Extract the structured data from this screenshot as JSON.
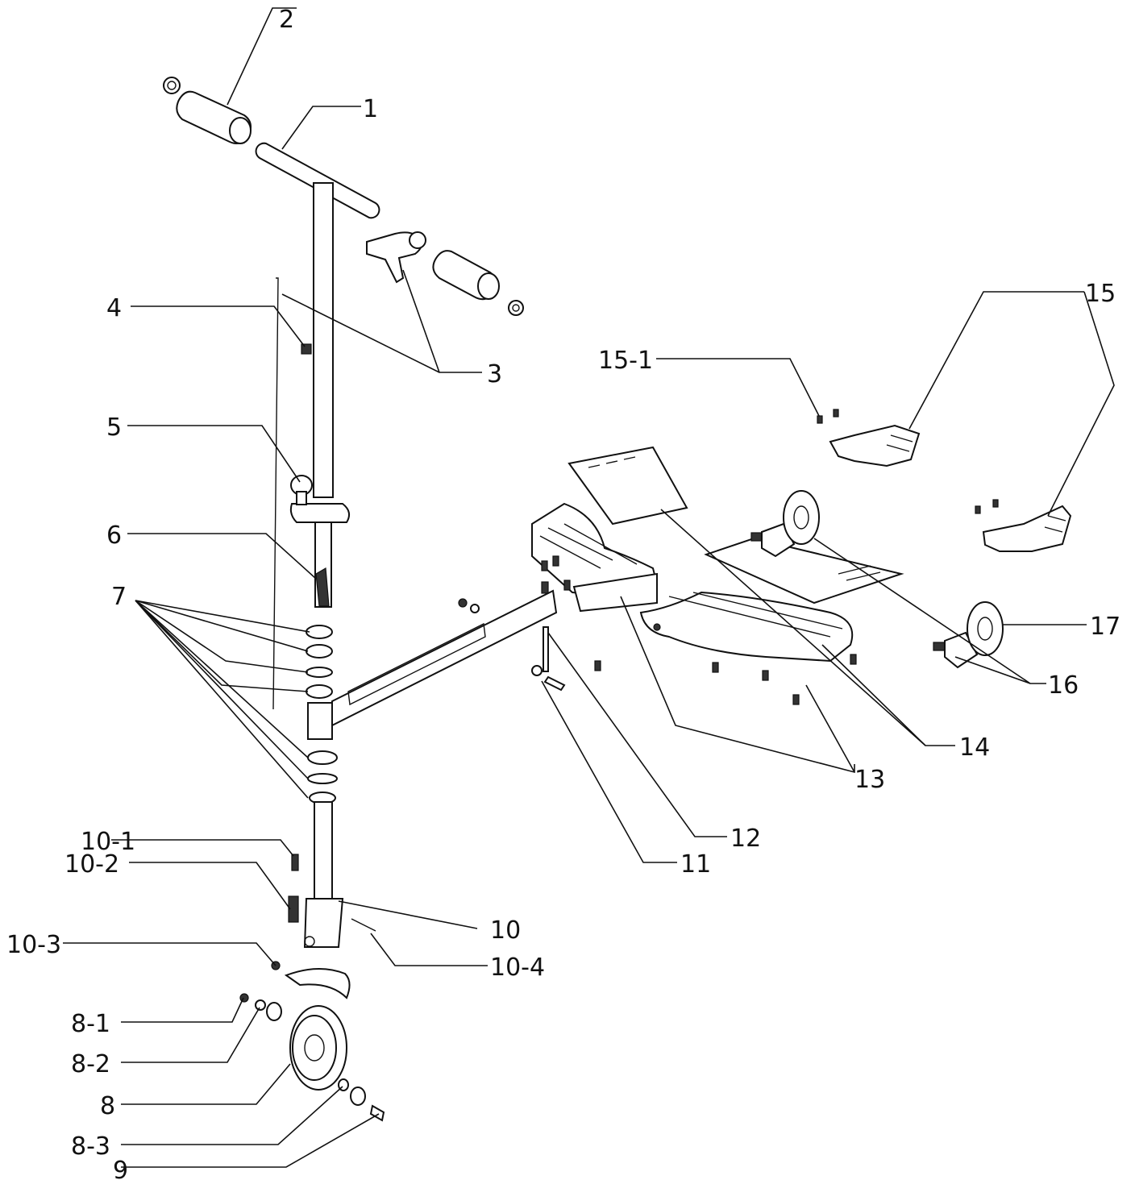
{
  "labels": {
    "l1": "1",
    "l2": "2",
    "l3": "3",
    "l4": "4",
    "l5": "5",
    "l6": "6",
    "l7": "7",
    "l8": "8",
    "l8_1": "8-1",
    "l8_2": "8-2",
    "l8_3": "8-3",
    "l9": "9",
    "l10": "10",
    "l10_1": "10-1",
    "l10_2": "10-2",
    "l10_3": "10-3",
    "l10_4": "10-4",
    "l11": "11",
    "l12": "12",
    "l13": "13",
    "l14": "14",
    "l15": "15",
    "l15_1": "15-1",
    "l16": "16",
    "l17": "17"
  }
}
